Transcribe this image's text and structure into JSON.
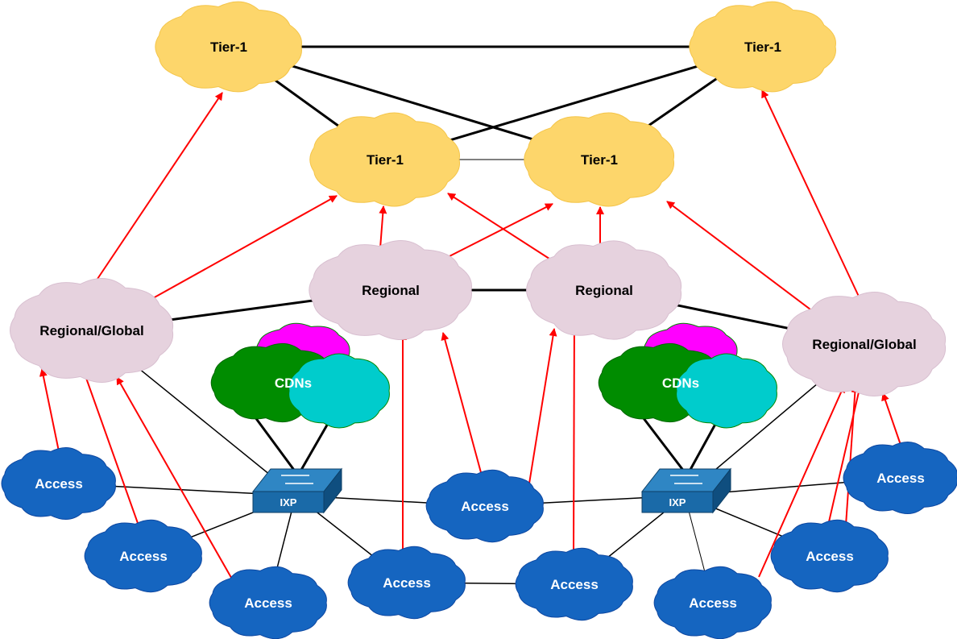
{
  "colors": {
    "tier1_fill": "#fdd66b",
    "regional_fill": "#e6d2de",
    "access_fill": "#1565c0",
    "access_stroke": "#0d47a1",
    "cdn_magenta": "#ff00ff",
    "cdn_green": "#008c00",
    "cdn_cyan": "#00cccc",
    "ixp_fill": "#1a6aa8",
    "peering_line": "#000000",
    "transit_arrow": "#ff0000"
  },
  "icons": {
    "cloud": "cloud-icon",
    "switch": "network-switch-icon"
  },
  "nodes": {
    "t1_tl": "Tier-1",
    "t1_tr": "Tier-1",
    "t1_ml": "Tier-1",
    "t1_mr": "Tier-1",
    "reg_l": "Regional",
    "reg_r": "Regional",
    "rg_l": "Regional/Global",
    "rg_r": "Regional/Global",
    "cdn_l": "CDNs",
    "cdn_r": "CDNs",
    "ixp_l": "IXP",
    "ixp_r": "IXP",
    "acc_1": "Access",
    "acc_2": "Access",
    "acc_3": "Access",
    "acc_4": "Access",
    "acc_5": "Access",
    "acc_6": "Access",
    "acc_7": "Access",
    "acc_8": "Access",
    "acc_9": "Access"
  }
}
